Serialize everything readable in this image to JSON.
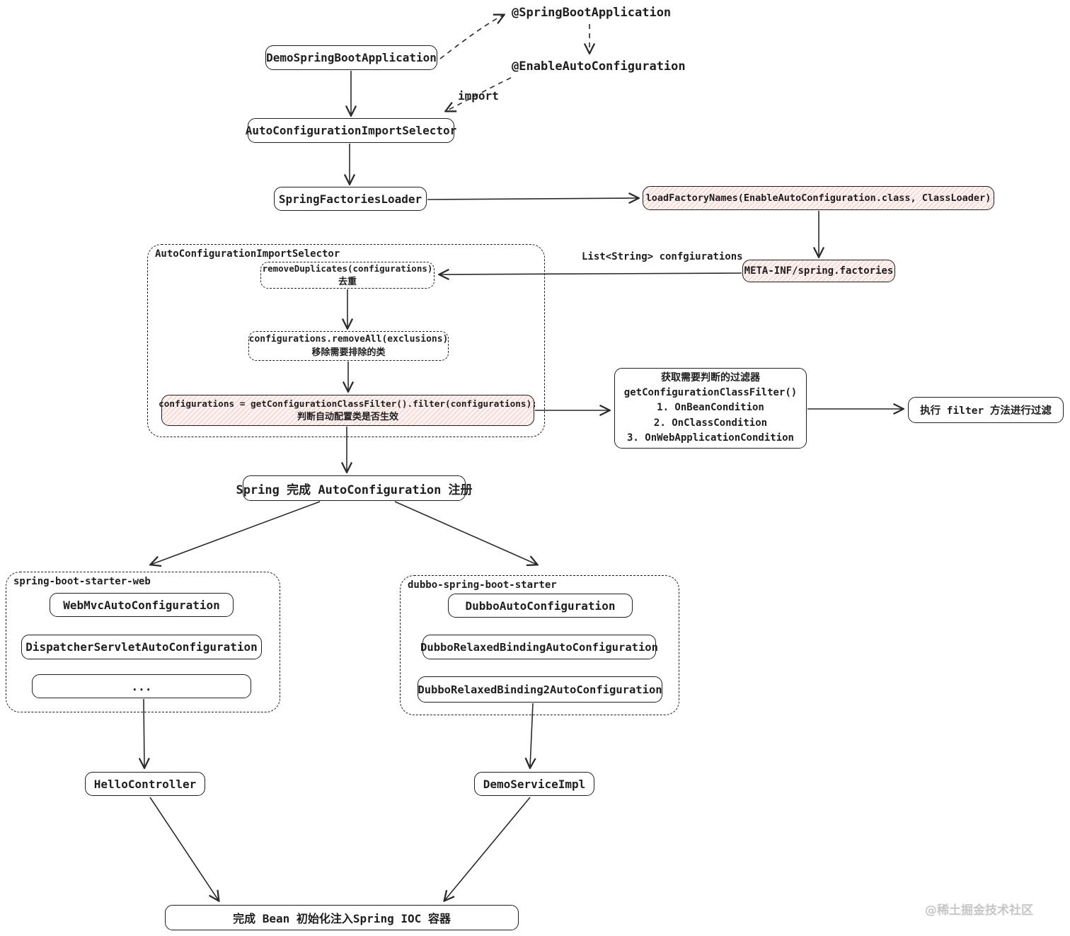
{
  "colors": {
    "ink": "#1e1e1e",
    "pink_fill": "#fdf2f0",
    "pink_hatch": "#d27369",
    "watermark_gray": "#c6c6c6",
    "background": "#ffffff"
  },
  "annotations": {
    "spring_boot_application": "@SpringBootApplication",
    "enable_auto_configuration": "@EnableAutoConfiguration",
    "import_label": "import",
    "list_string_label": "List<String> confgiurations",
    "watermark": "@稀土掘金技术社区"
  },
  "groups": {
    "import_selector_group": "AutoConfigurationImportSelector",
    "web_starter": "spring-boot-starter-web",
    "dubbo_starter": "dubbo-spring-boot-starter"
  },
  "nodes": {
    "demo_app": "DemoSpringBootApplication",
    "import_selector": "AutoConfigurationImportSelector",
    "factories_loader": "SpringFactoriesLoader",
    "load_factory_names": "loadFactoryNames(EnableAutoConfiguration.class, ClassLoader)",
    "spring_factories": "META-INF/spring.factories",
    "remove_duplicates": {
      "code": "removeDuplicates(configurations)",
      "note": "去重"
    },
    "remove_all": {
      "code": "configurations.removeAll(exclusions)",
      "note": "移除需要排除的类"
    },
    "filter_call": {
      "code": "configurations = getConfigurationClassFilter().filter(configurations);",
      "note": "判断自动配置类是否生效"
    },
    "filter_detail": {
      "lines": [
        "获取需要判断的过滤器",
        "getConfigurationClassFilter()",
        "1. OnBeanCondition",
        "2. OnClassCondition",
        "3. OnWebApplicationCondition"
      ]
    },
    "execute_filter": "执行 filter 方法进行过滤",
    "spring_register": "Spring 完成 AutoConfiguration 注册",
    "web_mvc": "WebMvcAutoConfiguration",
    "dispatcher": "DispatcherServletAutoConfiguration",
    "ellipsis": "...",
    "dubbo_auto": "DubboAutoConfiguration",
    "dubbo_relaxed": "DubboRelaxedBindingAutoConfiguration",
    "dubbo_relaxed2": "DubboRelaxedBinding2AutoConfiguration",
    "hello_controller": "HelloController",
    "demo_service": "DemoServiceImpl",
    "bean_ioc": "完成 Bean 初始化注入Spring IOC 容器"
  }
}
